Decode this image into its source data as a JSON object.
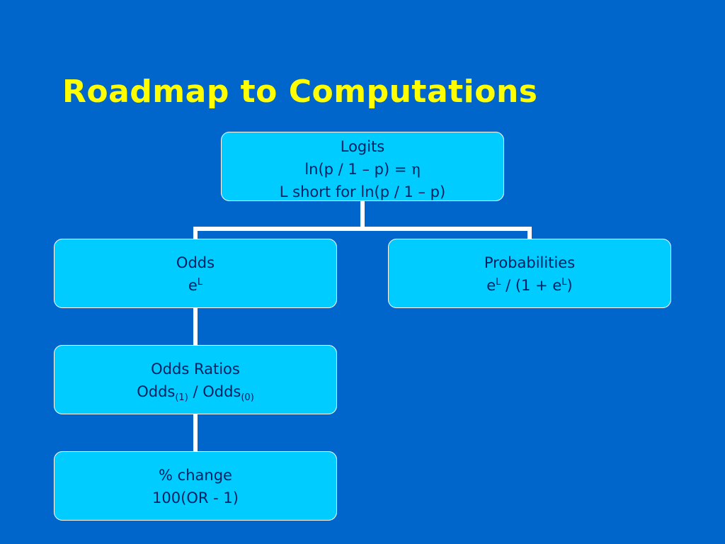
{
  "slide": {
    "title": "Roadmap to Computations"
  },
  "diagram": {
    "logits": {
      "title": "Logits",
      "formula_prefix": "ln(p / 1 – p) = ",
      "formula_symbol": "η",
      "note": "L short for ln(p / 1 – p)"
    },
    "odds": {
      "title": "Odds",
      "base": "e",
      "exponent": "L"
    },
    "probabilities": {
      "title": "Probabilities",
      "base1": "e",
      "exp1": "L",
      "middle": " / (1 + ",
      "base2": "e",
      "exp2": "L",
      "end": ")"
    },
    "odds_ratios": {
      "title": "Odds Ratios",
      "num_word": "Odds",
      "num_sub": "(1)",
      "divider": " / ",
      "den_word": "Odds",
      "den_sub": "(0)"
    },
    "percent_change": {
      "title": "% change",
      "formula": "100(OR - 1)"
    }
  }
}
